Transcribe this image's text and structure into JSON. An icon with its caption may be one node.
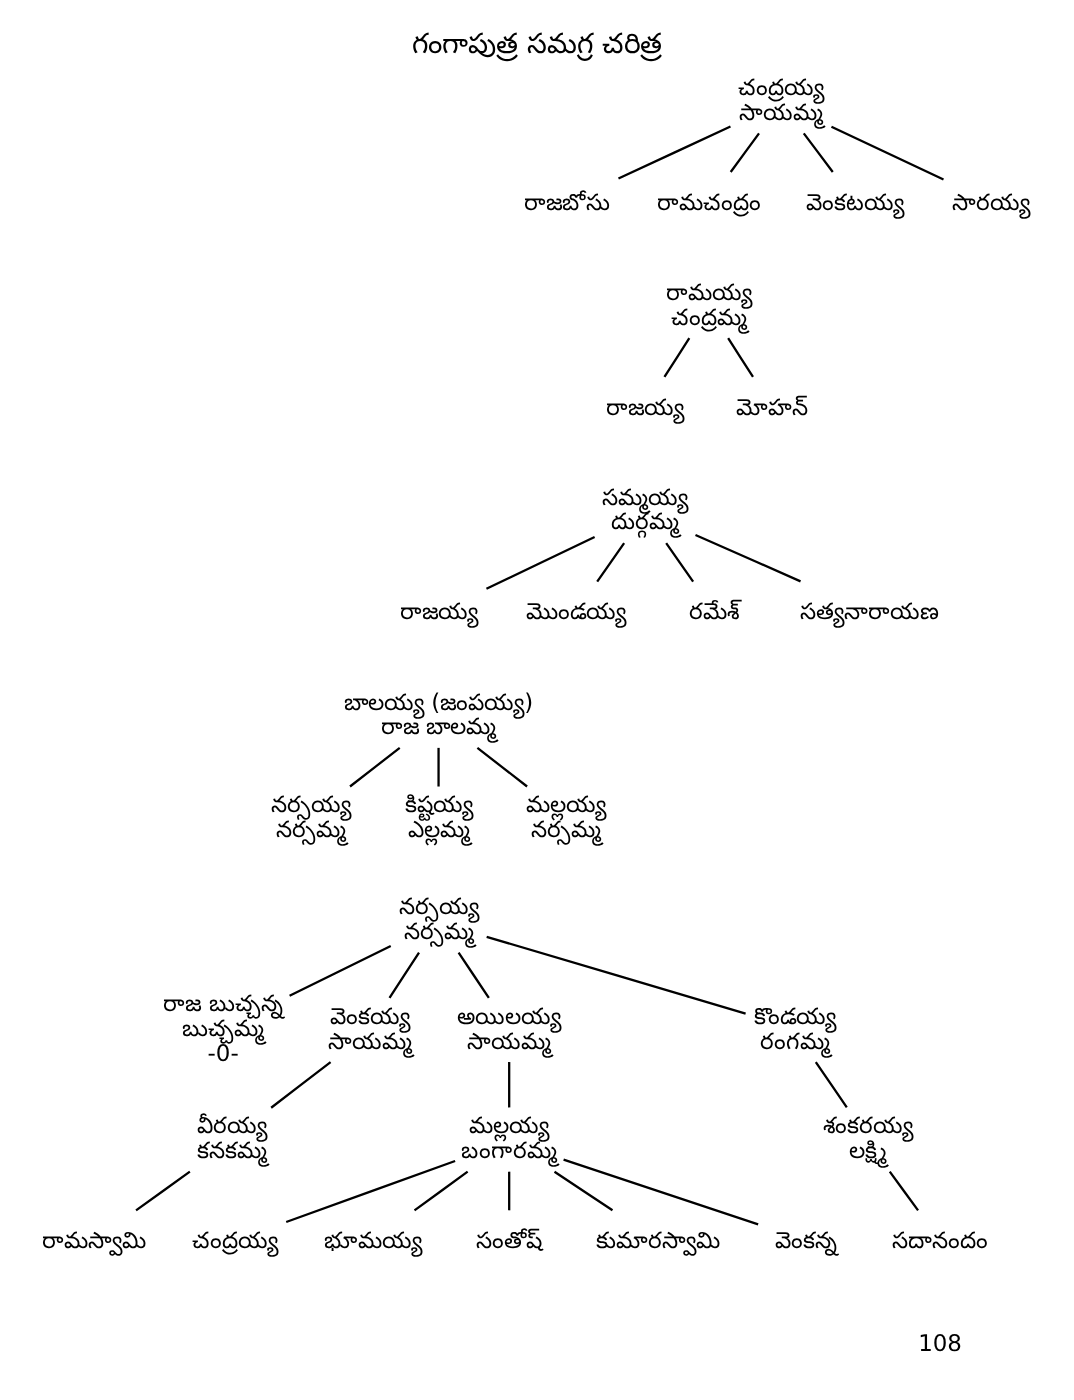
{
  "diagram": {
    "title": "గంగాపుత్ర సమగ్ర చరిత్ర",
    "nodes": [
      {
        "text": [
          "చంద్రయ్య",
          "సాయమ్మ"
        ]
      },
      {
        "text": [
          "రాజబోసు"
        ]
      },
      {
        "text": [
          "రామచంద్రం"
        ]
      },
      {
        "text": [
          "వెంకటయ్య"
        ]
      },
      {
        "text": [
          "సారయ్య"
        ]
      },
      {
        "text": [
          "రామయ్య",
          "చంద్రమ్మ"
        ]
      },
      {
        "text": [
          "రాజయ్య"
        ]
      },
      {
        "text": [
          "మోహన్"
        ]
      },
      {
        "text": [
          "సమ్మయ్య",
          "దుర్గమ్మ"
        ]
      },
      {
        "text": [
          "రాజయ్య"
        ]
      },
      {
        "text": [
          "మొండయ్య"
        ]
      },
      {
        "text": [
          "రమేశ్"
        ]
      },
      {
        "text": [
          "సత్యనారాయణ"
        ]
      },
      {
        "text": [
          "బాలయ్య (జంపయ్య)",
          "రాజ బాలమ్మ"
        ]
      },
      {
        "text": [
          "నర్సయ్య",
          "నర్సమ్మ"
        ]
      },
      {
        "text": [
          "కిష్టయ్య",
          "ఎల్లమ్మ"
        ]
      },
      {
        "text": [
          "మల్లయ్య",
          "నర్సమ్మ"
        ]
      },
      {
        "text": [
          "నర్సయ్య",
          "నర్సమ్మ"
        ]
      },
      {
        "text": [
          "రాజ బుచ్చన్న",
          "బుచ్చమ్మ",
          "-0-"
        ]
      },
      {
        "text": [
          "వెంకయ్య",
          "సాయమ్మ"
        ]
      },
      {
        "text": [
          "అయిలయ్య",
          "సాయమ్మ"
        ]
      },
      {
        "text": [
          "కొండయ్య",
          "రంగమ్మ"
        ]
      },
      {
        "text": [
          "వీరయ్య",
          "కనకమ్మ"
        ]
      },
      {
        "text": [
          "రామస్వామి"
        ]
      },
      {
        "text": [
          "మల్లయ్య",
          "బంగారమ్మ"
        ]
      },
      {
        "text": [
          "చంద్రయ్య"
        ]
      },
      {
        "text": [
          "భూమయ్య"
        ]
      },
      {
        "text": [
          "సంతోష్"
        ]
      },
      {
        "text": [
          "కుమారస్వామి"
        ]
      },
      {
        "text": [
          "వెంకన్న"
        ]
      },
      {
        "text": [
          "శంకరయ్య",
          "లక్ష్మి"
        ]
      },
      {
        "text": [
          "సదానందం"
        ]
      }
    ],
    "edges": [
      {
        "from": 0,
        "to": 1,
        "arrow": "none"
      },
      {
        "from": 0,
        "to": 2,
        "arrow": "none"
      },
      {
        "from": 0,
        "to": 3,
        "arrow": "none"
      },
      {
        "from": 0,
        "to": 4,
        "arrow": "none"
      },
      {
        "from": 5,
        "to": 6,
        "arrow": "none"
      },
      {
        "from": 5,
        "to": 7,
        "arrow": "none"
      },
      {
        "from": 8,
        "to": 9,
        "arrow": "none"
      },
      {
        "from": 8,
        "to": 10,
        "arrow": "none"
      },
      {
        "from": 8,
        "to": 11,
        "arrow": "none"
      },
      {
        "from": 8,
        "to": 12,
        "arrow": "none"
      },
      {
        "from": 13,
        "to": 14,
        "arrow": "none"
      },
      {
        "from": 13,
        "to": 15,
        "arrow": "none"
      },
      {
        "from": 13,
        "to": 16,
        "arrow": "none"
      },
      {
        "from": 17,
        "to": 18,
        "arrow": "none"
      },
      {
        "from": 17,
        "to": 19,
        "arrow": "none"
      },
      {
        "from": 17,
        "to": 20,
        "arrow": "none"
      },
      {
        "from": 17,
        "to": 21,
        "arrow": "none"
      },
      {
        "from": 19,
        "to": 22,
        "arrow": "none"
      },
      {
        "from": 22,
        "to": 23,
        "arrow": "none"
      },
      {
        "from": 20,
        "to": 24,
        "arrow": "none"
      },
      {
        "from": 24,
        "to": 25,
        "arrow": "none"
      },
      {
        "from": 24,
        "to": 26,
        "arrow": "none"
      },
      {
        "from": 24,
        "to": 27,
        "arrow": "none"
      },
      {
        "from": 24,
        "to": 28,
        "arrow": "none"
      },
      {
        "from": 24,
        "to": 29,
        "arrow": "none"
      },
      {
        "from": 21,
        "to": 30,
        "arrow": "none"
      },
      {
        "from": 30,
        "to": 31,
        "arrow": "none"
      }
    ],
    "labels": [
      "108"
    ]
  }
}
